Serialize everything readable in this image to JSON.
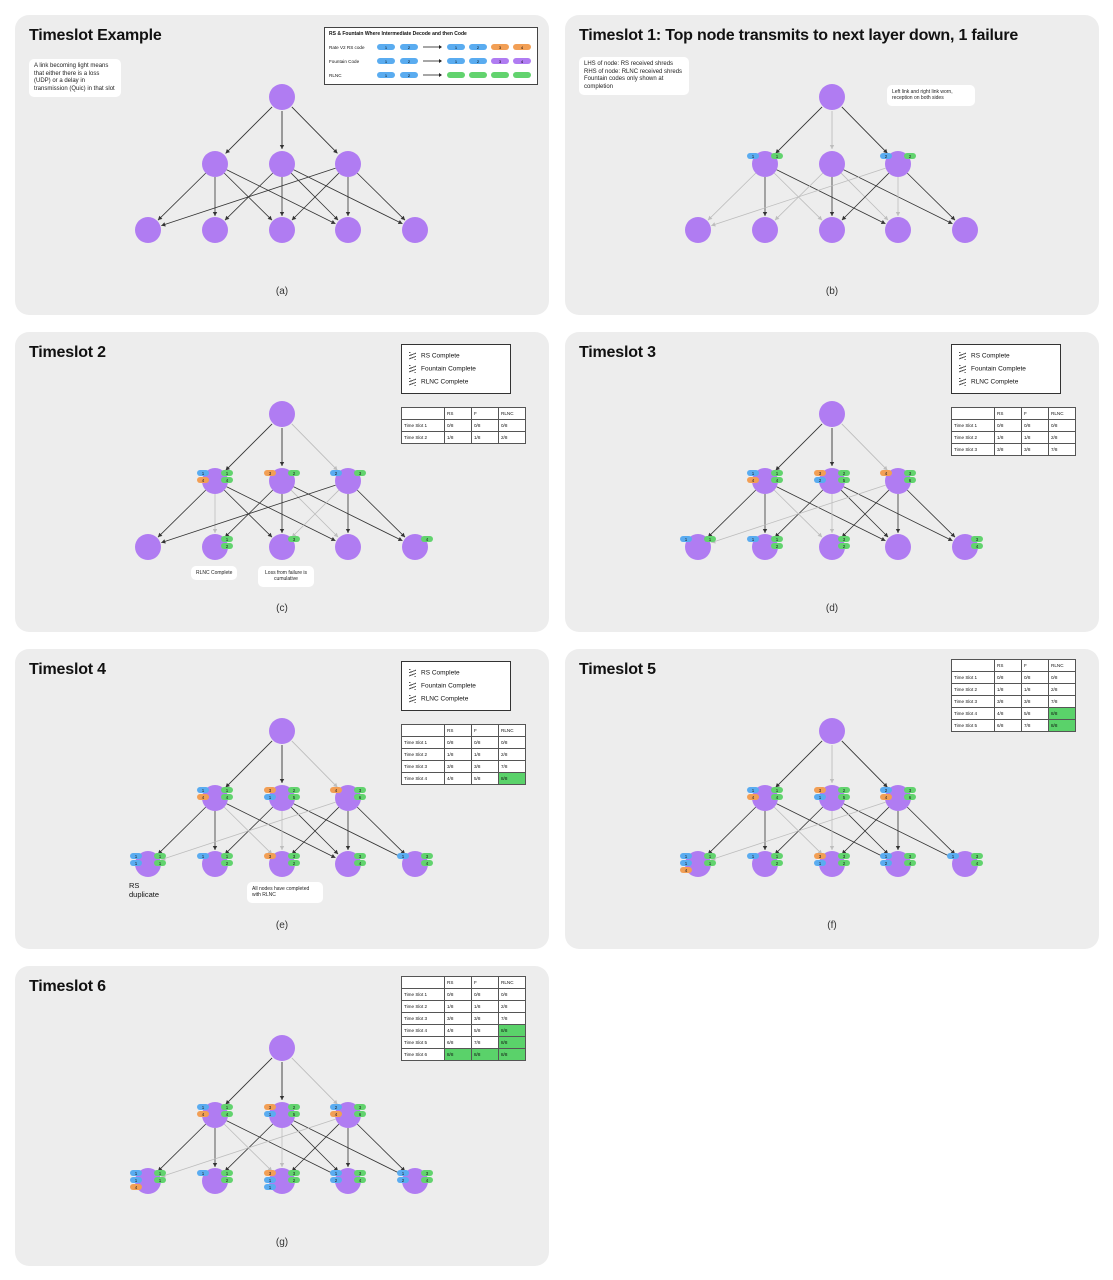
{
  "panels": [
    {
      "id": "a",
      "title": "Timeslot Example",
      "caption": "(a)",
      "note": "A link becoming light means that either there is a loss (UDP) or a delay in transmission (Quic) in that slot"
    },
    {
      "id": "b",
      "title": "Timeslot 1: Top node transmits to next layer down, 1 failure",
      "caption": "(b)",
      "note": "LHS of node: RS received shreds RHS of node: RLNC received shreds Fountain codes only shown at completion",
      "callout": "Left link and right link worn, reception on both sides"
    },
    {
      "id": "c",
      "title": "Timeslot 2",
      "caption": "(c)",
      "annotation_1": "RLNC Complete",
      "annotation_2": "Loss from failure is cumulative"
    },
    {
      "id": "d",
      "title": "Timeslot 3",
      "caption": "(d)"
    },
    {
      "id": "e",
      "title": "Timeslot 4",
      "caption": "(e)",
      "annotation_1": "RS duplicate",
      "annotation_2": "All nodes have completed with RLNC"
    },
    {
      "id": "f",
      "title": "Timeslot 5",
      "caption": "(f)"
    },
    {
      "id": "g",
      "title": "Timeslot 6",
      "caption": "(g)"
    }
  ],
  "rs_box": {
    "title": "RS & Fountain Where Intermediate Decode and then Code",
    "rows": [
      "Rate V2 RS code",
      "Fountain Code",
      "RLNC"
    ]
  },
  "legend": [
    "RS Complete",
    "Fountain Complete",
    "RLNC Complete"
  ],
  "table": {
    "headers": [
      "",
      "RS",
      "F",
      "RLNC"
    ],
    "rows": [
      [
        "Time Slot 1",
        "0/8",
        "0/8",
        "0/8"
      ],
      [
        "Time Slot 2",
        "1/8",
        "1/8",
        "2/8"
      ],
      [
        "Time Slot 3",
        "3/8",
        "3/8",
        "7/8"
      ],
      [
        "Time Slot 4",
        "4/8",
        "5/8",
        "8/8"
      ],
      [
        "Time Slot 5",
        "6/8",
        "7/8",
        "8/8"
      ],
      [
        "Time Slot 6",
        "8/8",
        "8/8",
        "8/8"
      ]
    ]
  },
  "colors": {
    "node": "#b07cf2",
    "rs_tag": "#5aacf0",
    "rlnc_tag": "#62d36e",
    "orange_tag": "#f29f55",
    "complete": "#5ad26a",
    "panel_bg": "#ededed"
  }
}
